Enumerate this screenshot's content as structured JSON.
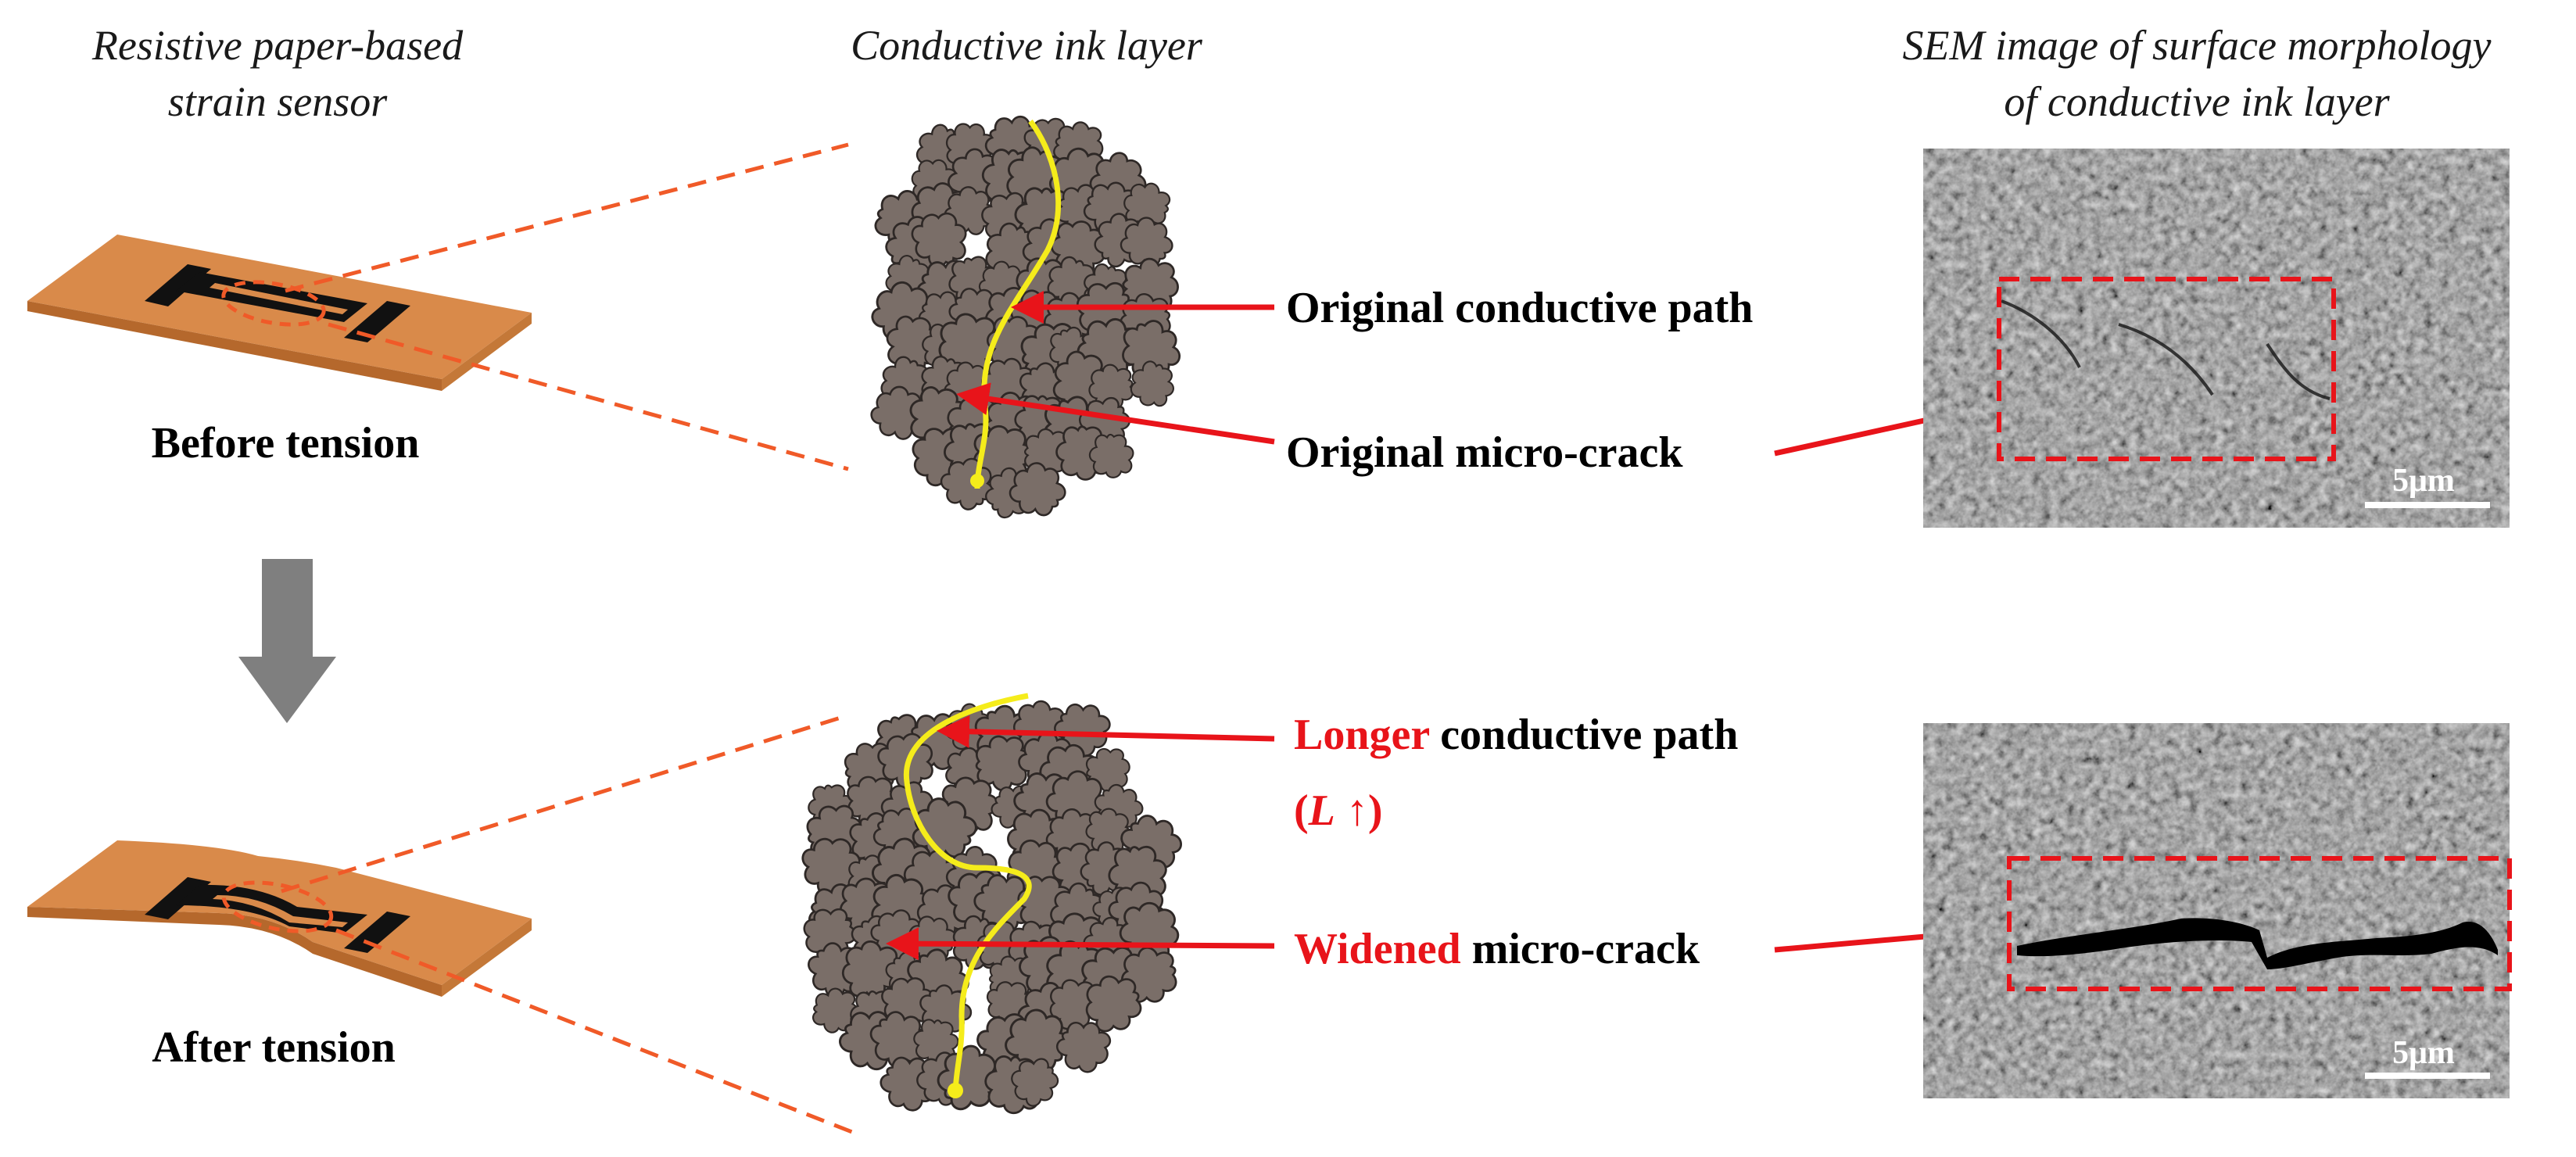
{
  "headings": {
    "left_line1": "Resistive paper-based",
    "left_line2": "strain sensor",
    "middle": "Conductive ink layer",
    "right_line1": "SEM image of surface morphology",
    "right_line2": "of conductive ink layer"
  },
  "states": {
    "before": "Before tension",
    "after": "After tension"
  },
  "labels": {
    "original_path": "Original conductive path",
    "original_crack": "Original micro-crack",
    "longer_word": "Longer",
    "longer_rest": " conductive path",
    "length_symbol": "L",
    "length_arrow": " ↑)",
    "length_open": "(",
    "widened_word": "Widened",
    "widened_rest": " micro-crack"
  },
  "scale_bars": {
    "top": "5μm",
    "bottom": "5μm"
  },
  "colors": {
    "accent_red": "#e8141a",
    "dash_orange": "#f05a28",
    "paper": "#d98a4a",
    "paper_edge": "#b5682c",
    "ink": "#7a6e68",
    "path_yellow": "#f5ec1b",
    "arrow_gray": "#7f7f7f",
    "sem_bg": "#5a5a5a"
  }
}
